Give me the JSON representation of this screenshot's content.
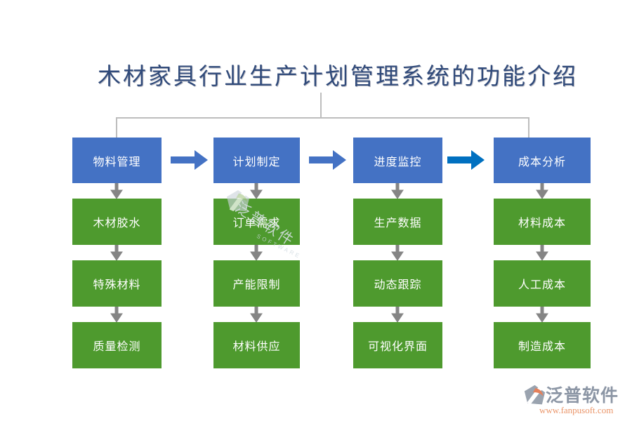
{
  "title": "木材家具行业生产计划管理系统的功能介绍",
  "columns": [
    {
      "header": "物料管理",
      "items": [
        "木材胶水",
        "特殊材料",
        "质量检测"
      ]
    },
    {
      "header": "计划制定",
      "items": [
        "订单需求",
        "产能限制",
        "材料供应"
      ]
    },
    {
      "header": "进度监控",
      "items": [
        "生产数据",
        "动态跟踪",
        "可视化界面"
      ]
    },
    {
      "header": "成本分析",
      "items": [
        "材料成本",
        "人工成本",
        "制造成本"
      ]
    }
  ],
  "watermark": {
    "text": "泛普软件",
    "subtext": "SOFTWARE"
  },
  "footer": {
    "brand": "泛普软件",
    "url": "www.fanpusoft.com"
  },
  "colors": {
    "box-blue": "#4472C4",
    "box-green": "#4E9A2E",
    "arrow-blue": "#4472C4",
    "arrow-blue-dark": "#0070C0",
    "arrow-gray": "#858585",
    "connector-gray": "#BDBDBD",
    "title-navy": "#304A7A",
    "brand-gray": "#8C96A5",
    "logo-gray": "#9AA3AF",
    "logo-orange": "#E5805A",
    "url-orange": "#EA9468"
  }
}
